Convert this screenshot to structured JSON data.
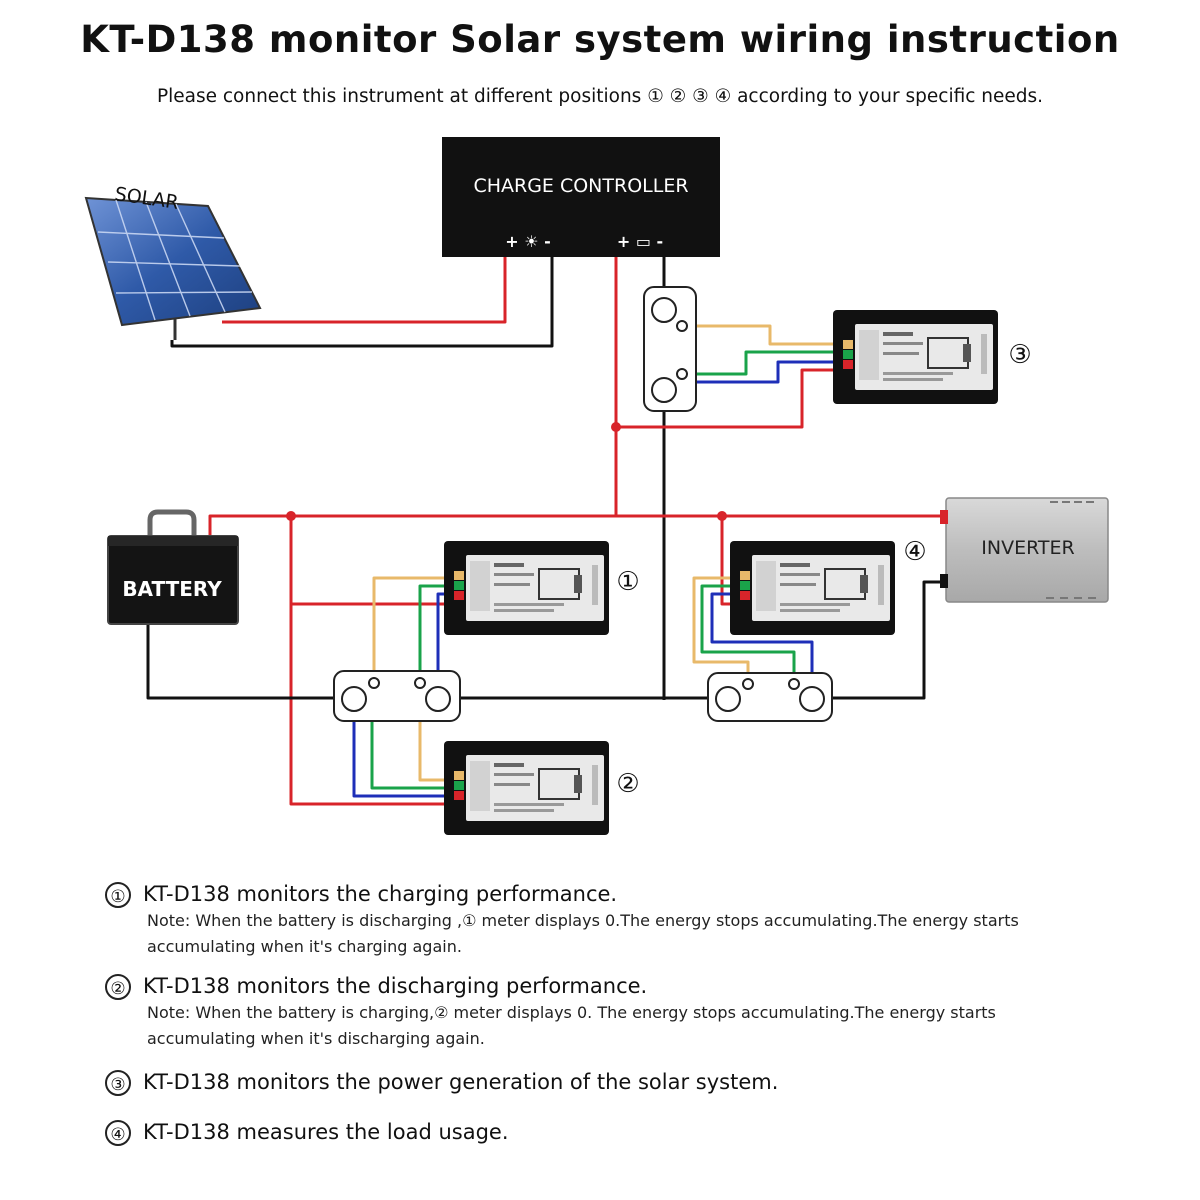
{
  "header": {
    "title": "KT-D138 monitor Solar system wiring instruction",
    "subtitle": "Please connect this instrument at different positions ① ② ③ ④ according to your specific needs."
  },
  "diagram": {
    "solar_label": "SOLAR",
    "controller_label": "CHARGE CONTROLLER",
    "controller_pv_terminal": "+ ☀ -",
    "controller_battery_terminal": "+ ▭ -",
    "battery_label": "BATTERY",
    "inverter_label": "INVERTER",
    "meter_markers": [
      "①",
      "②",
      "③",
      "④"
    ],
    "wire_colors": {
      "positive": "#d8242a",
      "negative": "#111111",
      "voltage": "#e8b96a",
      "signal_green": "#1aa34a",
      "signal_blue": "#1e2fb8"
    }
  },
  "notes": [
    {
      "num": "①",
      "heading": "KT-D138 monitors the charging performance.",
      "body": "Note: When the battery is discharging ,① meter displays 0.The energy stops accumulating.The energy starts accumulating when it's charging again."
    },
    {
      "num": "②",
      "heading": "KT-D138 monitors the discharging performance.",
      "body": "Note: When the battery is charging,② meter displays 0. The energy stops accumulating.The energy starts accumulating when it's discharging again."
    },
    {
      "num": "③",
      "heading": "KT-D138 monitors the power generation of the solar system.",
      "body": ""
    },
    {
      "num": "④",
      "heading": "KT-D138 measures the load usage.",
      "body": ""
    }
  ]
}
